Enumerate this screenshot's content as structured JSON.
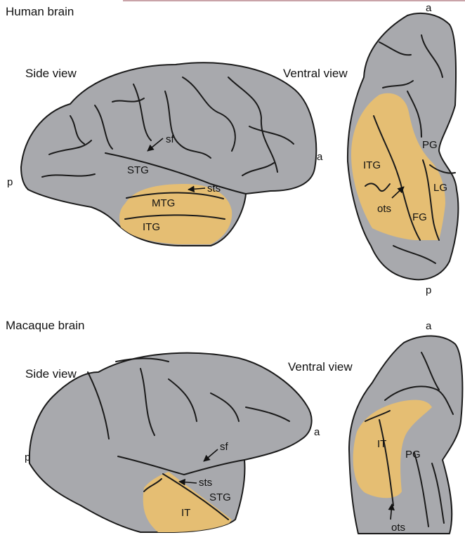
{
  "colors": {
    "brain": "#a8a9ad",
    "highlight": "#e5be73",
    "outline": "#1a1a1a",
    "top_rule": "#c9a3a8"
  },
  "human": {
    "title": "Human brain",
    "side": {
      "view_label": "Side view",
      "anterior": "a",
      "posterior": "p",
      "sf": "sf",
      "stg": "STG",
      "sts": "sts",
      "mtg": "MTG",
      "itg": "ITG"
    },
    "ventral": {
      "view_label": "Ventral view",
      "anterior": "a",
      "posterior": "p",
      "itg": "ITG",
      "pg": "PG",
      "lg": "LG",
      "fg": "FG",
      "ots": "ots"
    }
  },
  "macaque": {
    "title": "Macaque brain",
    "side": {
      "view_label": "Side view",
      "anterior": "a",
      "posterior": "p",
      "sf": "sf",
      "sts": "sts",
      "stg": "STG",
      "it": "IT"
    },
    "ventral": {
      "view_label": "Ventral view",
      "anterior": "a",
      "it": "IT",
      "pg": "PG",
      "ots": "ots"
    }
  }
}
